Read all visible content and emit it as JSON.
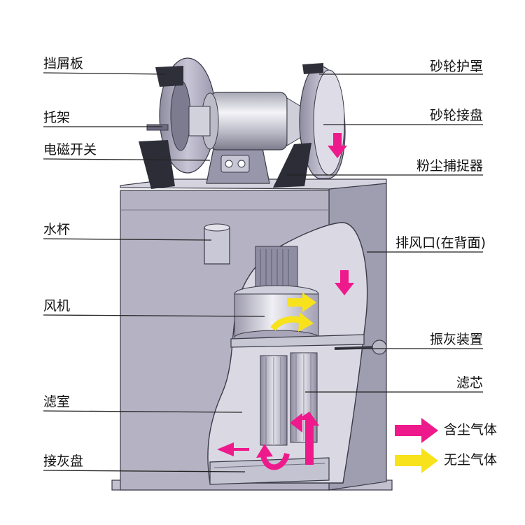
{
  "labels": {
    "left": [
      {
        "key": "baffle",
        "text": "挡屑板"
      },
      {
        "key": "bracket",
        "text": "托架"
      },
      {
        "key": "switch",
        "text": "电磁开关"
      },
      {
        "key": "water_cup",
        "text": "水杯"
      },
      {
        "key": "fan",
        "text": "风机"
      },
      {
        "key": "filter_chamber",
        "text": "滤室"
      },
      {
        "key": "ash_tray",
        "text": "接灰盘"
      }
    ],
    "right": [
      {
        "key": "wheel_guard",
        "text": "砂轮护罩"
      },
      {
        "key": "wheel_flange",
        "text": "砂轮接盘"
      },
      {
        "key": "dust_catcher",
        "text": "粉尘捕捉器"
      },
      {
        "key": "exhaust",
        "text": "排风口(在背面)"
      },
      {
        "key": "shaker",
        "text": "振灰装置"
      },
      {
        "key": "filter_core",
        "text": "滤芯"
      }
    ]
  },
  "legend": [
    {
      "key": "dusty_air",
      "text": "含尘气体",
      "color": "#ee1a8c"
    },
    {
      "key": "clean_air",
      "text": "无尘气体",
      "color": "#f7e21b"
    }
  ],
  "colors": {
    "cabinet": "#b4b2c3",
    "cabinet_dark": "#8f8da2",
    "interior": "#d9d8e3",
    "metal": "#c9c9d4",
    "outline": "#3a3a48",
    "leader": "#222222"
  }
}
